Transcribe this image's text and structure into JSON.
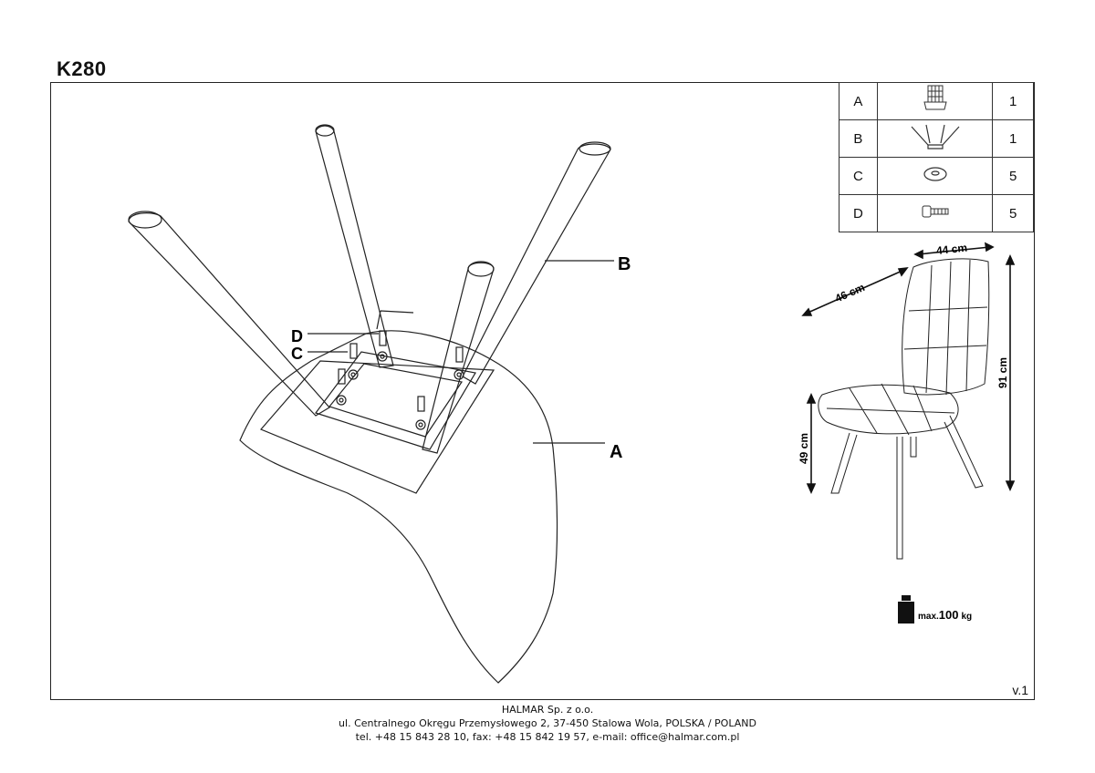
{
  "product": {
    "code": "K280"
  },
  "parts": [
    {
      "letter": "A",
      "icon": "chair-seat-icon",
      "qty": "1"
    },
    {
      "letter": "B",
      "icon": "leg-frame-icon",
      "qty": "1"
    },
    {
      "letter": "C",
      "icon": "washer-icon",
      "qty": "5"
    },
    {
      "letter": "D",
      "icon": "bolt-icon",
      "qty": "5"
    }
  ],
  "callouts": {
    "a": "A",
    "b": "B",
    "c": "C",
    "d": "D"
  },
  "dimensions": {
    "width": "44 cm",
    "depth": "46 cm",
    "height": "91 cm",
    "seat_height": "49 cm"
  },
  "max_load": {
    "prefix": "max.",
    "value": "100",
    "unit": "kg",
    "icon": "weight-icon"
  },
  "version": "v.1",
  "footer": {
    "company": "HALMAR Sp. z o.o.",
    "address": "ul. Centralnego Okręgu Przemysłowego 2, 37-450 Stalowa Wola, POLSKA / POLAND",
    "contact": "tel. +48 15 843 28 10, fax: +48 15 842 19 57, e-mail: office@halmar.com.pl"
  }
}
